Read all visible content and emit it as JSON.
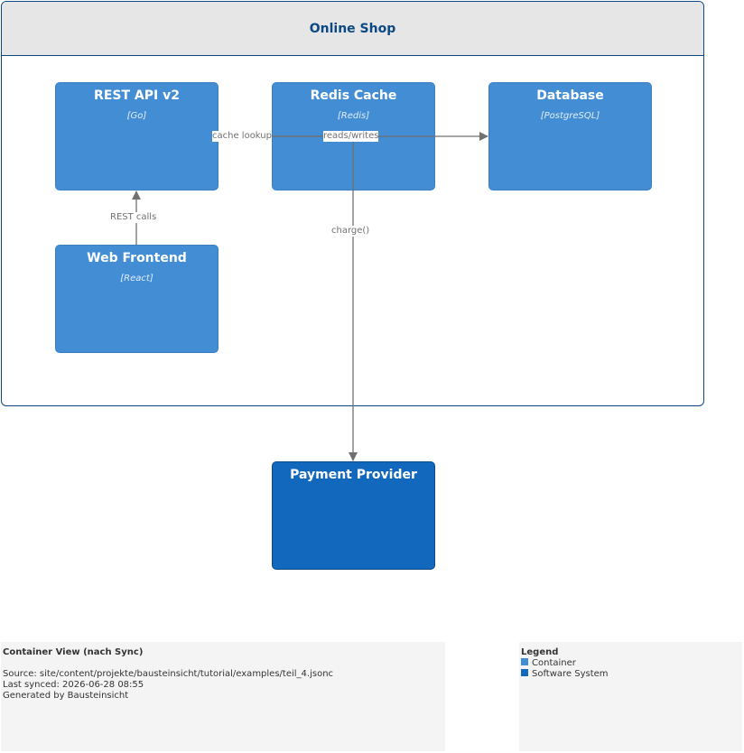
{
  "boundary": {
    "title": "Online Shop"
  },
  "nodes": {
    "rest_api": {
      "name": "REST API v2",
      "tech": "[Go]"
    },
    "redis": {
      "name": "Redis Cache",
      "tech": "[Redis]"
    },
    "database": {
      "name": "Database",
      "tech": "[PostgreSQL]"
    },
    "web_frontend": {
      "name": "Web Frontend",
      "tech": "[React]"
    },
    "payment": {
      "name": "Payment Provider"
    }
  },
  "edges": {
    "cache_lookup": "cache lookup",
    "reads_writes": "reads/writes",
    "charge": "charge()",
    "rest_calls": "REST calls"
  },
  "info_panel": {
    "title": "Container View (nach Sync)",
    "source": "Source: site/content/projekte/bausteinsicht/tutorial/examples/teil_4.jsonc",
    "synced": "Last synced: 2026-06-28 08:55",
    "generated": "Generated by Bausteinsicht"
  },
  "legend": {
    "title": "Legend",
    "items": [
      {
        "label": "Container",
        "color": "#438dd5"
      },
      {
        "label": "Software System",
        "color": "#1168bd"
      }
    ]
  },
  "colors": {
    "container": "#438dd5",
    "software_system": "#1168bd",
    "boundary_border": "#0b4884",
    "edge": "#707070"
  }
}
